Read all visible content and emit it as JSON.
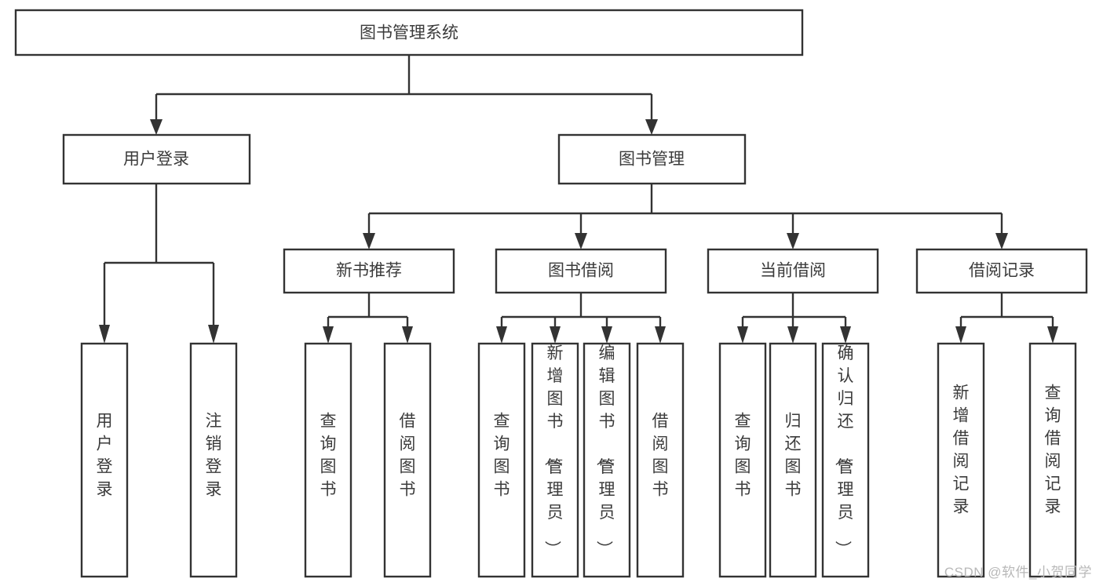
{
  "diagram": {
    "title": "图书管理系统",
    "type": "tree",
    "orientation": "top-down",
    "colors": {
      "stroke": "#333333",
      "fill": "#ffffff",
      "text": "#3b3b3b",
      "watermark": "#b8b8b8",
      "background": "#ffffff"
    },
    "root": {
      "id": "root",
      "label": "图书管理系统",
      "orientation": "horizontal"
    },
    "level1": [
      {
        "id": "user-login",
        "label": "用户登录",
        "orientation": "horizontal"
      },
      {
        "id": "book-manage",
        "label": "图书管理",
        "orientation": "horizontal"
      }
    ],
    "level2": [
      {
        "id": "new-book-recommend",
        "label": "新书推荐",
        "parent": "book-manage",
        "orientation": "horizontal"
      },
      {
        "id": "book-borrow",
        "label": "图书借阅",
        "parent": "book-manage",
        "orientation": "horizontal"
      },
      {
        "id": "current-borrow",
        "label": "当前借阅",
        "parent": "book-manage",
        "orientation": "horizontal"
      },
      {
        "id": "borrow-record",
        "label": "借阅记录",
        "parent": "book-manage",
        "orientation": "horizontal"
      }
    ],
    "leaves": [
      {
        "id": "leaf-user-login",
        "label": "用户登录",
        "parent": "user-login",
        "orientation": "vertical"
      },
      {
        "id": "leaf-logout-login",
        "label": "注销登录",
        "parent": "user-login",
        "orientation": "vertical"
      },
      {
        "id": "leaf-query-book-1",
        "label": "查询图书",
        "parent": "new-book-recommend",
        "orientation": "vertical"
      },
      {
        "id": "leaf-borrow-book-1",
        "label": "借阅图书",
        "parent": "new-book-recommend",
        "orientation": "vertical"
      },
      {
        "id": "leaf-query-book-2",
        "label": "查询图书",
        "parent": "book-borrow",
        "orientation": "vertical"
      },
      {
        "id": "leaf-add-book-admin",
        "label": "新增图书（管理员）",
        "parent": "book-borrow",
        "orientation": "vertical"
      },
      {
        "id": "leaf-edit-book-admin",
        "label": "编辑图书（管理员）",
        "parent": "book-borrow",
        "orientation": "vertical"
      },
      {
        "id": "leaf-borrow-book-2",
        "label": "借阅图书",
        "parent": "book-borrow",
        "orientation": "vertical"
      },
      {
        "id": "leaf-query-book-3",
        "label": "查询图书",
        "parent": "current-borrow",
        "orientation": "vertical"
      },
      {
        "id": "leaf-return-book",
        "label": "归还图书",
        "parent": "current-borrow",
        "orientation": "vertical"
      },
      {
        "id": "leaf-confirm-return-admin",
        "label": "确认归还（管理员）",
        "parent": "current-borrow",
        "orientation": "vertical"
      },
      {
        "id": "leaf-add-borrow-record",
        "label": "新增借阅记录",
        "parent": "borrow-record",
        "orientation": "vertical"
      },
      {
        "id": "leaf-query-borrow-record",
        "label": "查询借阅记录",
        "parent": "borrow-record",
        "orientation": "vertical"
      }
    ]
  },
  "watermark": {
    "text": "CSDN @软件_小贺同学"
  }
}
